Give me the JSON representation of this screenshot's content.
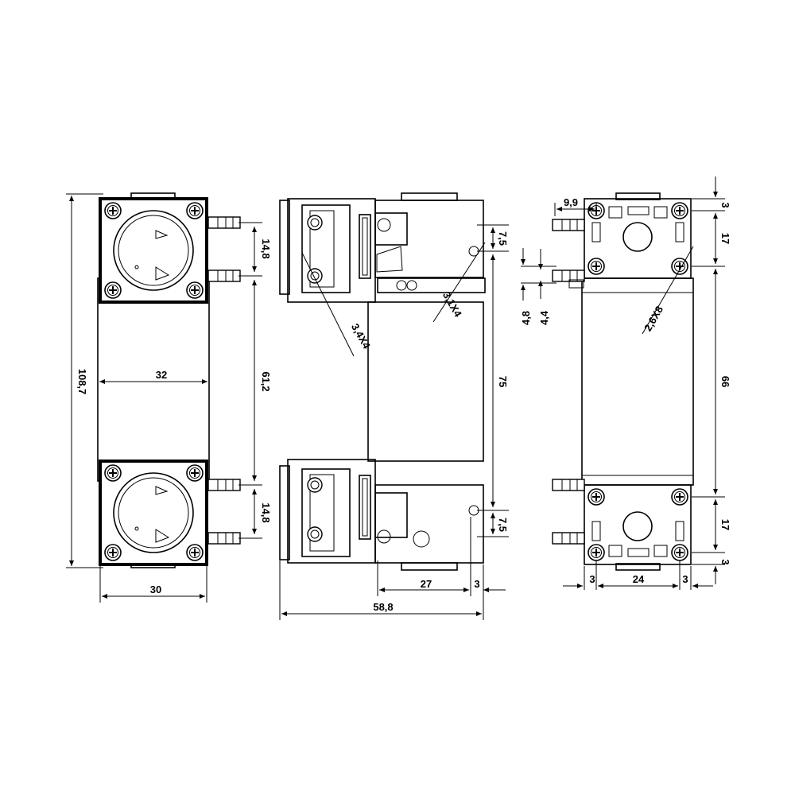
{
  "drawing": {
    "front_view": {
      "overall_height": "108,7",
      "inner_width": "32",
      "head_spacing": "61,2",
      "upper_port_spacing": "14,8",
      "lower_port_spacing": "14,8",
      "width": "30"
    },
    "side_view": {
      "upper_hole_note": "3,4X4",
      "right_hole_note": "3,1X4",
      "upper_hole_offset": "7,5",
      "lower_hole_offset": "7,5",
      "hole_spacing": "75",
      "hole_to_edge": "27",
      "edge_offset": "3",
      "overall_length": "58,8"
    },
    "end_view": {
      "port_offset": "9,9",
      "top_edge": "3",
      "top_hole_spacing": "17",
      "port_outer": "4,8",
      "port_inner": "4,4",
      "mount_hole_note": "2,6X8",
      "body_height": "66",
      "bottom_hole_spacing": "17",
      "bottom_edge": "3",
      "left_edge": "3",
      "hole_width": "24",
      "right_edge": "3"
    }
  }
}
